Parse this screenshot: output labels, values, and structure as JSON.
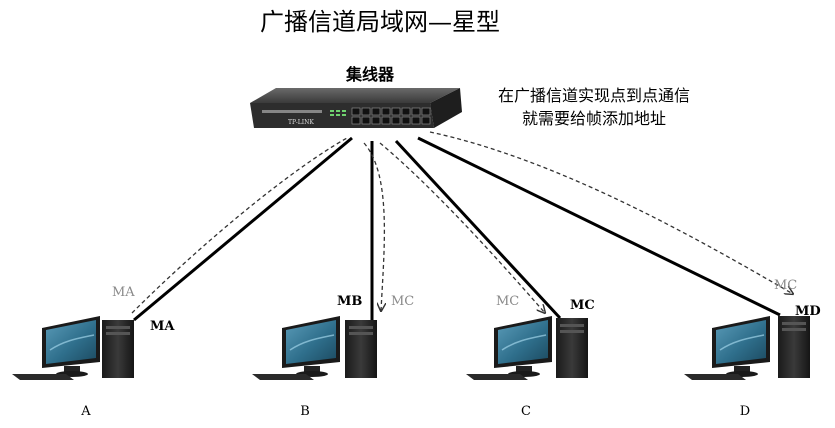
{
  "title": "广播信道局域网—星型",
  "hub": {
    "label": "集线器",
    "brand": "TP-LINK"
  },
  "note": {
    "line1": "在广播信道实现点到点通信",
    "line2": "就需要给帧添加地址"
  },
  "hosts": [
    {
      "name": "A",
      "address": "MA"
    },
    {
      "name": "B",
      "address": "MB"
    },
    {
      "name": "C",
      "address": "MC"
    },
    {
      "name": "D",
      "address": "MD"
    }
  ],
  "frame_labels": {
    "from_a": "MA",
    "to_b": "MC",
    "to_c": "MC",
    "to_d": "MC"
  },
  "colors": {
    "cable": "#000000",
    "dashed": "#333333",
    "gray_label": "#8a8a8a",
    "hub_body": "#4a4a4a",
    "monitor_screen": "#3f7a96"
  }
}
